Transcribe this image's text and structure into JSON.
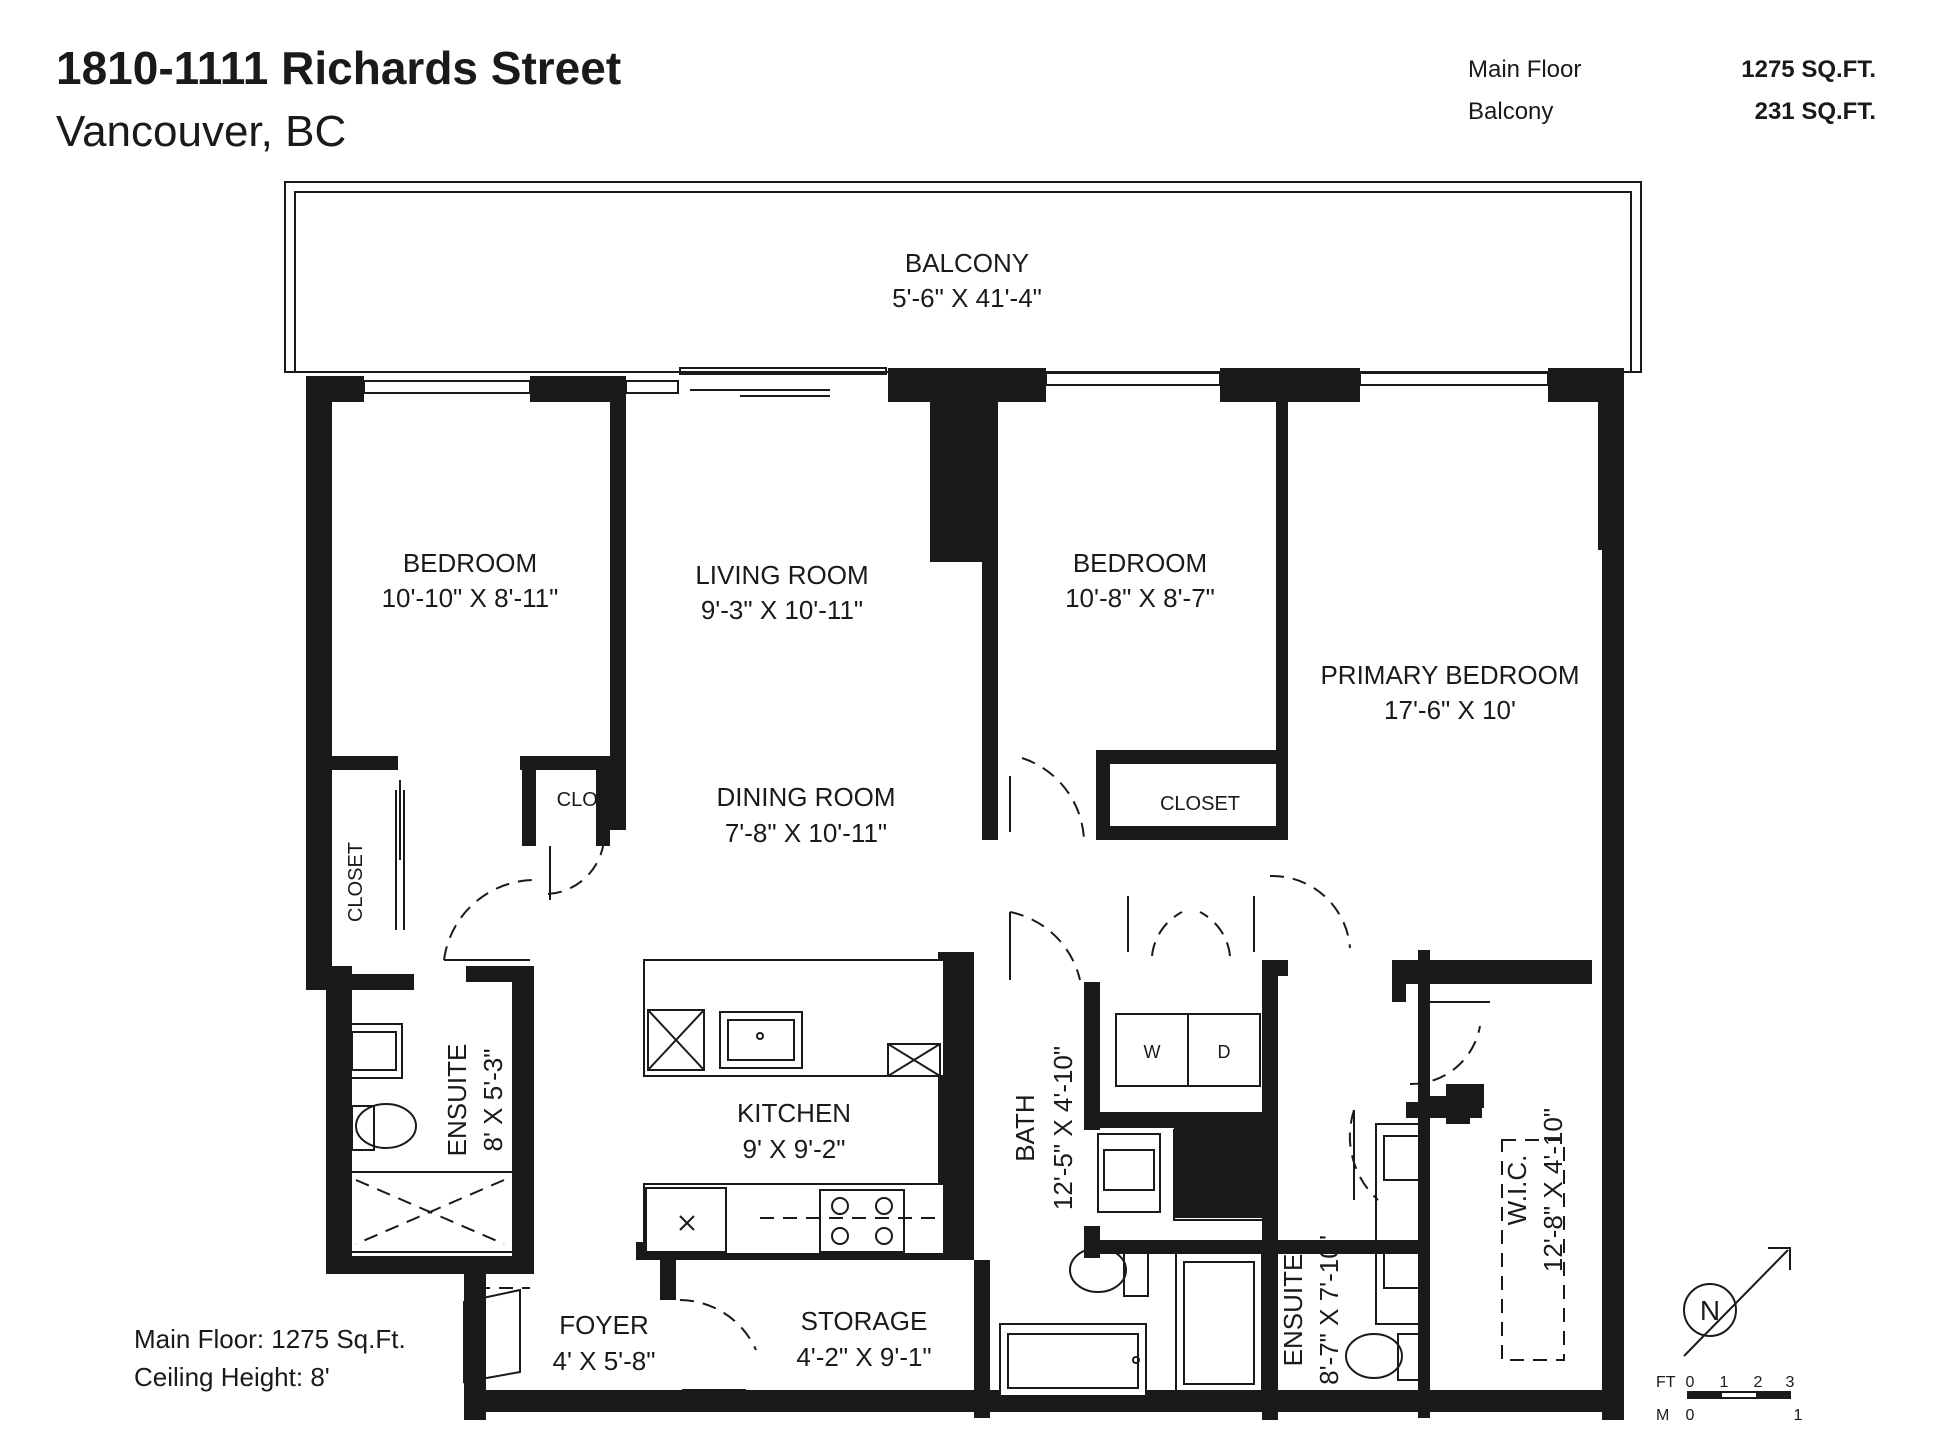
{
  "header": {
    "address": "1810-1111 Richards Street",
    "city": "Vancouver, BC"
  },
  "area_summary": [
    {
      "label": "Main Floor",
      "value": "1275 SQ.FT."
    },
    {
      "label": "Balcony",
      "value": "231 SQ.FT."
    }
  ],
  "rooms": {
    "balcony": {
      "name": "BALCONY",
      "dims": "5'-6\" X 41'-4\""
    },
    "bedroom_left": {
      "name": "BEDROOM",
      "dims": "10'-10\" X 8'-11\""
    },
    "living_room": {
      "name": "LIVING ROOM",
      "dims": "9'-3\" X 10'-11\""
    },
    "bedroom_mid": {
      "name": "BEDROOM",
      "dims": "10'-8\" X  8'-7\""
    },
    "primary_bedroom": {
      "name": "PRIMARY BEDROOM",
      "dims": "17'-6\" X 10'"
    },
    "dining_room": {
      "name": "DINING ROOM",
      "dims": "7'-8\" X 10'-11\""
    },
    "closet_small": {
      "name": "CLO."
    },
    "closet_mid": {
      "name": "CLOSET"
    },
    "closet_left": {
      "name": "CLOSET"
    },
    "ensuite_left": {
      "name": "ENSUITE",
      "dims": "8' X 5'-3\""
    },
    "kitchen": {
      "name": "KITCHEN",
      "dims": "9' X 9'-2\""
    },
    "bath": {
      "name": "BATH",
      "dims": "12'-5\" X 4'-10\""
    },
    "ensuite_right": {
      "name": "ENSUITE",
      "dims": "8'-7\" X 7'-10\""
    },
    "wic": {
      "name": "W.I.C.",
      "dims": "12'-8\" X 4'-10\""
    },
    "foyer": {
      "name": "FOYER",
      "dims": "4' X 5'-8\""
    },
    "storage": {
      "name": "STORAGE",
      "dims": "4'-2\" X 9'-1\""
    },
    "washer": {
      "name": "W"
    },
    "dryer": {
      "name": "D"
    }
  },
  "footer": {
    "main_floor": "Main Floor: 1275 Sq.Ft.",
    "ceiling": "Ceiling Height: 8'"
  },
  "compass": {
    "letter": "N"
  },
  "scale_bar": {
    "ft_label": "FT",
    "ft_ticks": [
      "0",
      "1",
      "2",
      "3"
    ],
    "m_label": "M",
    "m_ticks": [
      "0",
      "1"
    ]
  }
}
